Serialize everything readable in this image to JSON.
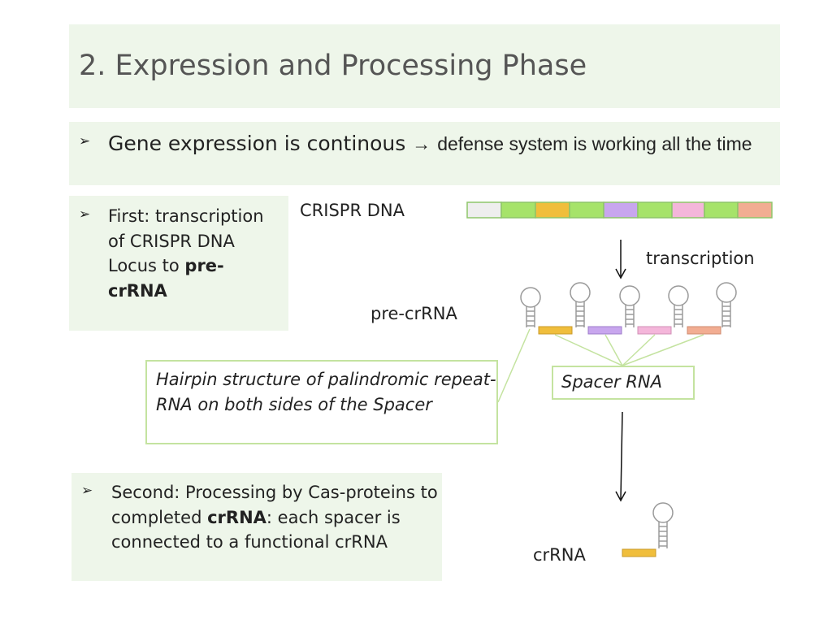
{
  "title": "2. Expression and Processing Phase",
  "bullet_symbol": "➢",
  "point1": {
    "main": "Gene expression is continous",
    "arrow": "→",
    "rest": "defense system is working all the time"
  },
  "point2": {
    "prefix": "First: transcription of CRISPR DNA Locus to ",
    "bold": "pre-crRNA"
  },
  "point3": {
    "prefix": "Second: Processing by Cas-proteins to completed ",
    "bold": "crRNA",
    "suffix": ": each spacer is connected to a functional crRNA"
  },
  "callouts": {
    "hairpin": "Hairpin structure of palindromic repeat-RNA on both sides of the Spacer",
    "spacer": "Spacer RNA"
  },
  "labels": {
    "crispr_dna": "CRISPR DNA",
    "transcription": "transcription",
    "pre_crrna": "pre-crRNA",
    "crrna": "crRNA"
  },
  "colors": {
    "box_fill": "#eef6ea",
    "outline_green": "#c4e3a0",
    "repeat_green": "#a6e36a",
    "spacer_orange": "#f0be3c",
    "spacer_purple": "#c8a6ee",
    "spacer_pink": "#f4b6da",
    "spacer_salmon": "#f2ad92",
    "first_segment": "#eeeeee"
  }
}
